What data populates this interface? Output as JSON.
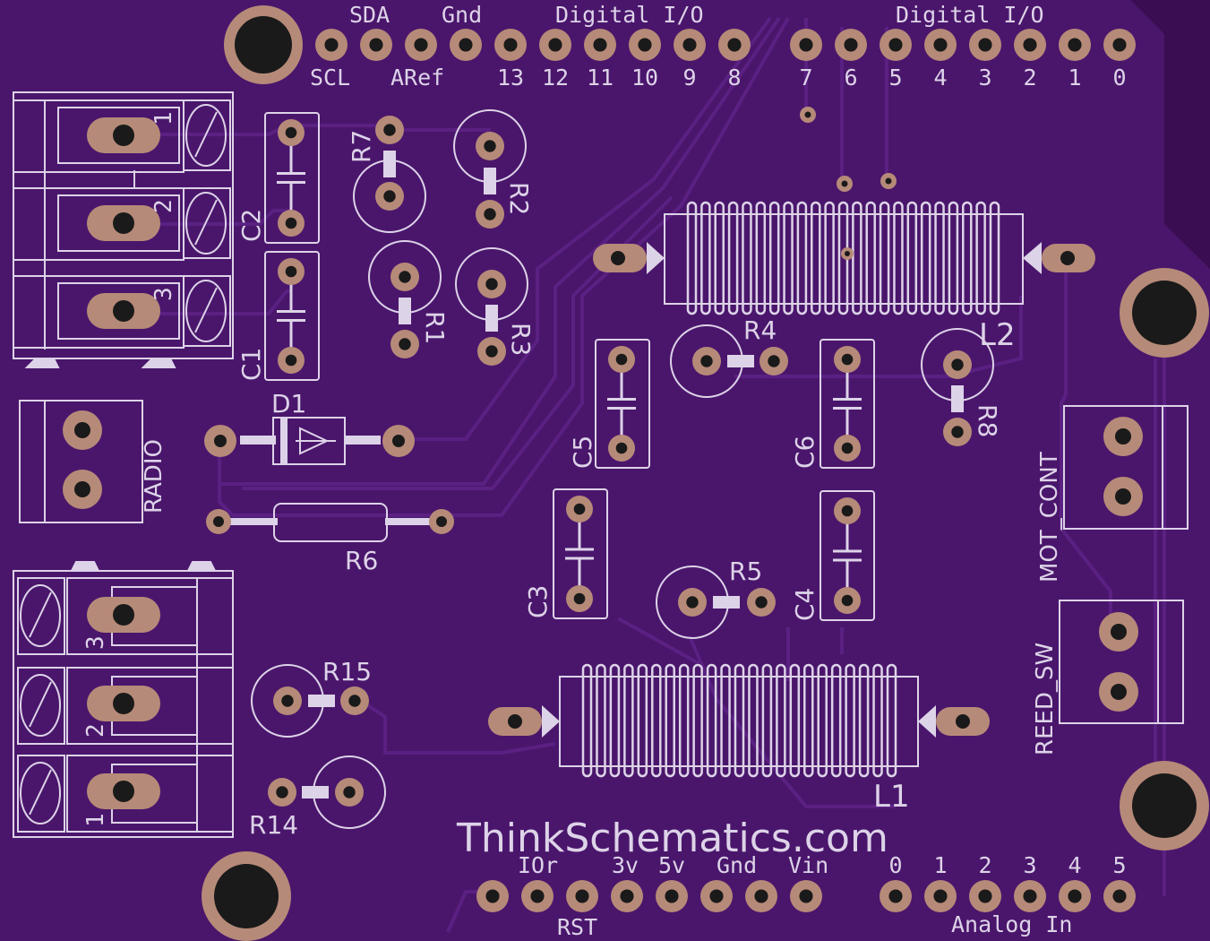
{
  "colors": {
    "board": "#4a166c",
    "board_dark": "#3a0d52",
    "trace": "#5a2082",
    "copper": "#b68a78",
    "hole": "#1a1a1a",
    "silk": "#ddd3e8"
  },
  "header_top": {
    "sda": "SDA",
    "gnd": "Gnd",
    "digital_io_left": "Digital I/O",
    "digital_io_right": "Digital I/O",
    "scl": "SCL",
    "aref": "ARef",
    "pins_left": [
      "13",
      "12",
      "11",
      "10",
      "9",
      "8"
    ],
    "pins_right": [
      "7",
      "6",
      "5",
      "4",
      "3",
      "2",
      "1",
      "0"
    ]
  },
  "header_bottom": {
    "ior": "IOr",
    "v3": "3v",
    "v5": "5v",
    "gnd": "Gnd",
    "vin": "Vin",
    "rst": "RST",
    "analog_pins": [
      "0",
      "1",
      "2",
      "3",
      "4",
      "5"
    ],
    "analog_in": "Analog In"
  },
  "terminal_top": {
    "n1": "1",
    "n2": "2",
    "n3": "3"
  },
  "terminal_bottom": {
    "n1": "1",
    "n2": "2",
    "n3": "3"
  },
  "connectors": {
    "radio": "RADIO",
    "mot_cont": "MOT_CONT",
    "reed_sw": "REED_SW"
  },
  "components": {
    "c1": "C1",
    "c2": "C2",
    "c3": "C3",
    "c4": "C4",
    "c5": "C5",
    "c6": "C6",
    "r1": "R1",
    "r2": "R2",
    "r3": "R3",
    "r4": "R4",
    "r5": "R5",
    "r6": "R6",
    "r7": "R7",
    "r8": "R8",
    "r14": "R14",
    "r15": "R15",
    "d1": "D1",
    "l1": "L1",
    "l2": "L2"
  },
  "brand": "ThinkSchematics.com"
}
